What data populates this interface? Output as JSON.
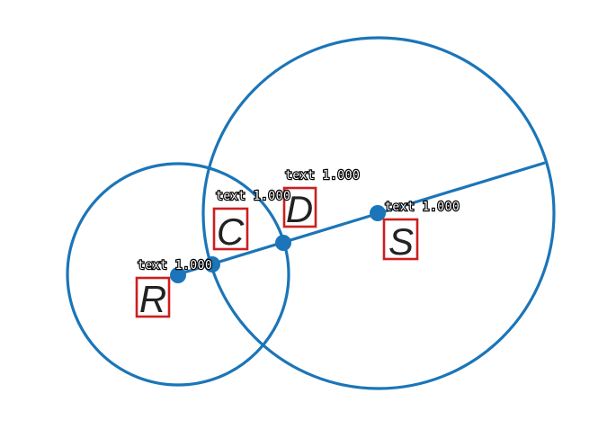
{
  "colors": {
    "geometry": "#1b75b8",
    "label": "#222222",
    "box": "#cc1f1f"
  },
  "points": [
    {
      "id": "R",
      "label": "R",
      "annotation": "text 1.000"
    },
    {
      "id": "C",
      "label": "C",
      "annotation": "text 1.000"
    },
    {
      "id": "D",
      "label": "D",
      "annotation": "text 1.000"
    },
    {
      "id": "S",
      "label": "S",
      "annotation": "text 1.000"
    }
  ]
}
